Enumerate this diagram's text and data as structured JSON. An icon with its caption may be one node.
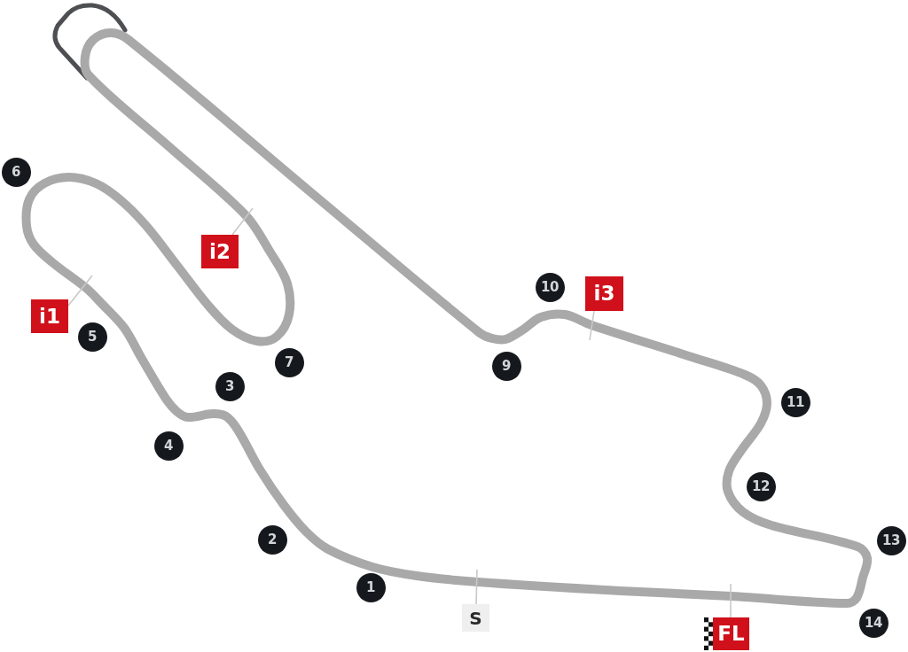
{
  "diagram": {
    "nodes": [
      {
        "text": [
          "1"
        ]
      },
      {
        "text": [
          "2"
        ]
      },
      {
        "text": [
          "3"
        ]
      },
      {
        "text": [
          "4"
        ]
      },
      {
        "text": [
          "5"
        ]
      },
      {
        "text": [
          "6"
        ]
      },
      {
        "text": [
          "7"
        ]
      },
      {
        "text": [
          "9"
        ]
      },
      {
        "text": [
          "10"
        ]
      },
      {
        "text": [
          "11"
        ]
      },
      {
        "text": [
          "12"
        ]
      },
      {
        "text": [
          "13"
        ]
      },
      {
        "text": [
          "14"
        ]
      },
      {
        "text": [
          "S"
        ]
      },
      {
        "text": [
          "i1"
        ]
      },
      {
        "text": [
          "i2"
        ]
      },
      {
        "text": [
          "i3"
        ]
      },
      {
        "text": [
          "FL"
        ]
      }
    ],
    "edges": [
      {
        "from": 13,
        "to": null,
        "arrow": "none"
      },
      {
        "from": 14,
        "to": null,
        "arrow": "none"
      },
      {
        "from": 15,
        "to": null,
        "arrow": "none"
      },
      {
        "from": 16,
        "to": null,
        "arrow": "none"
      },
      {
        "from": 17,
        "to": null,
        "arrow": "none"
      }
    ]
  }
}
